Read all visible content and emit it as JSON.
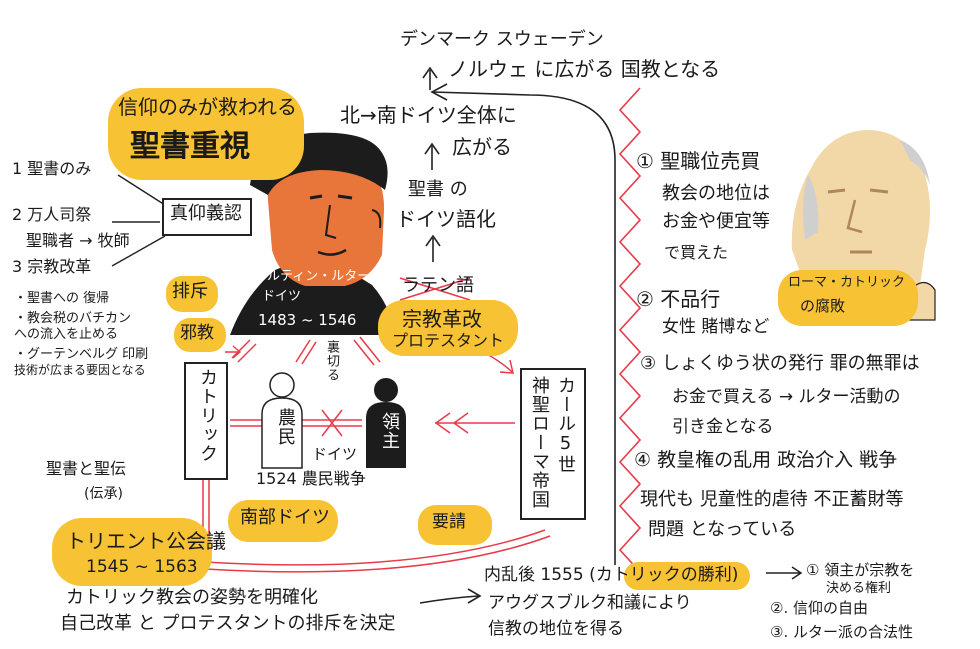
{
  "top": {
    "countries": "デンマーク スウェーデン",
    "spread_nordic": "ノルウェ に広がる 国教となる",
    "spread_germany_line1": "北→南ドイツ全体に",
    "spread_germany_line2": "広がる",
    "bible_german_line1": "聖書 の",
    "bible_german_line2": "ドイツ語化",
    "latin_crossed": "ラテン語"
  },
  "left": {
    "faith_line1": "信仰のみが救われる",
    "faith_line2": "聖書重視",
    "list": [
      "1 聖書のみ",
      "2 万人司祭",
      "聖職者 → 牧師",
      "3 宗教改革"
    ],
    "true_faith": "真仰義認",
    "bullets": [
      "・聖書への 復帰",
      "・教会税のバチカン",
      "  への流入を止める",
      "・グーテンベルグ 印刷",
      "  技術が広まる要因となる"
    ],
    "exclude": "排斥",
    "heresy": "邪教",
    "tradition_line1": "聖書と聖伝",
    "tradition_line2": "(伝承)"
  },
  "center": {
    "luther_name": "マルティン・ルター",
    "luther_country": "ドイツ",
    "luther_years": "1483 ~ 1546",
    "reformation_line1": "宗教革改",
    "reformation_line2": "プロテスタント",
    "catholic": "カトリック",
    "peasants": "農民",
    "lords": "領主",
    "betray": "裏切る",
    "germany": "ドイツ",
    "peasants_war": "1524 農民戦争",
    "south_germany": "南部ドイツ",
    "charles": "カール5世",
    "hre": "神聖ローマ帝国",
    "request": "要請"
  },
  "bottom": {
    "trent_line1": "トリエント公会議",
    "trent_line2": "1545 ~ 1563",
    "catholic_stance_line1": "カトリック教会の姿勢を明確化",
    "catholic_stance_line2": "自己改革 と プロテスタントの排斥を決定",
    "augsburg_line1": "内乱後 1555 (カトリックの勝利)",
    "augsburg_line2": "アウグスブルク和議により",
    "augsburg_line3": "信教の地位を得る",
    "results": [
      "① 領主が宗教を",
      "決める権利",
      "②. 信仰の自由",
      "③. ルター派の合法性"
    ]
  },
  "right": {
    "items": [
      "① 聖職位売買",
      "教会の地位は",
      "お金や便宜等",
      "で買えた",
      "② 不品行",
      "女性 賭博など",
      "③ しょくゆう状の発行 罪の無罪は",
      "お金で買える → ルター活動の",
      "引き金となる",
      "④ 教皇権の乱用 政治介入 戦争",
      "現代も 児童性的虐待 不正蓄財等",
      "問題 となっている"
    ],
    "pope_caption_line1": "ローマ・カトリック",
    "pope_caption_line2": "の腐敗"
  },
  "colors": {
    "highlight": "#f7c233",
    "red_line": "#e83a4a",
    "ink": "#1a1a1a",
    "hat": "#1c1c1c",
    "skin": "#e8753a",
    "pope_skin": "#f2d7a7"
  }
}
